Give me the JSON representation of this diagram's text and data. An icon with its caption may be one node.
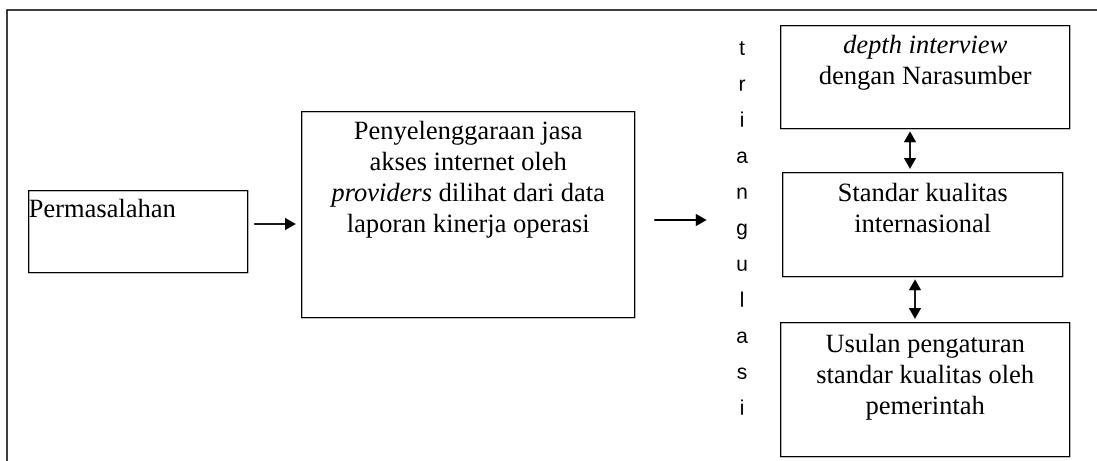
{
  "diagram": {
    "nodes": [
      {
        "text": [
          "Permasalahan"
        ]
      },
      {
        "text": [
          "Penyelenggaraan jasa akses internet oleh *providers* dilihat dari data laporan kinerja operasi"
        ]
      },
      {
        "text": [
          "triangulasi"
        ]
      },
      {
        "text": [
          "*depth interview* dengan Narasumber"
        ]
      },
      {
        "text": [
          "Standar kualitas internasional"
        ]
      },
      {
        "text": [
          "Usulan pengaturan standar kualitas oleh pemerintah"
        ]
      }
    ],
    "edges": [
      {
        "from": 0,
        "to": 1,
        "arrow": "to"
      },
      {
        "from": 1,
        "to": 2,
        "arrow": "to"
      },
      {
        "from": 3,
        "to": 4,
        "arrow": "both"
      },
      {
        "from": 4,
        "to": 5,
        "arrow": "both"
      }
    ]
  }
}
